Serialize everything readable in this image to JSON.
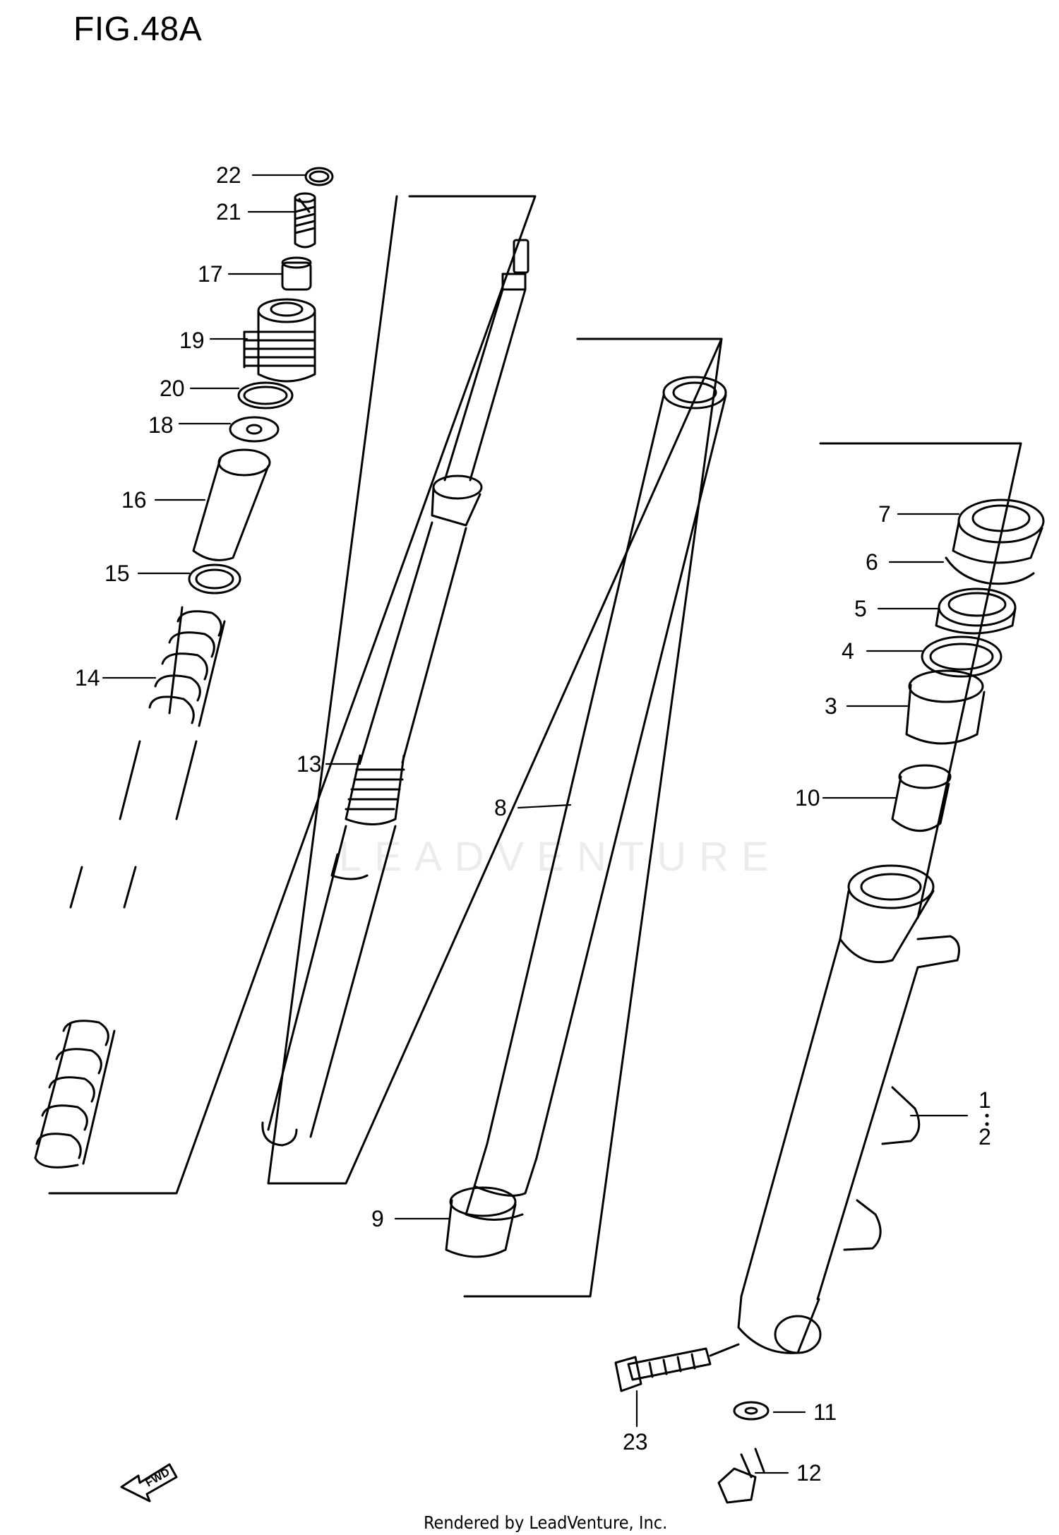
{
  "figure": {
    "title": "FIG.48A"
  },
  "callouts": [
    "22",
    "21",
    "17",
    "19",
    "20",
    "18",
    "16",
    "15",
    "14",
    "13",
    "8",
    "7",
    "6",
    "5",
    "4",
    "3",
    "10",
    "1",
    "2",
    "9",
    "11",
    "23",
    "12"
  ],
  "watermark": "LEADVENTURE",
  "fwd_label": "FWD",
  "footer": "Rendered by LeadVenture, Inc.",
  "colors": {
    "line": "#000000",
    "background": "#ffffff",
    "watermark": "#ececec"
  }
}
